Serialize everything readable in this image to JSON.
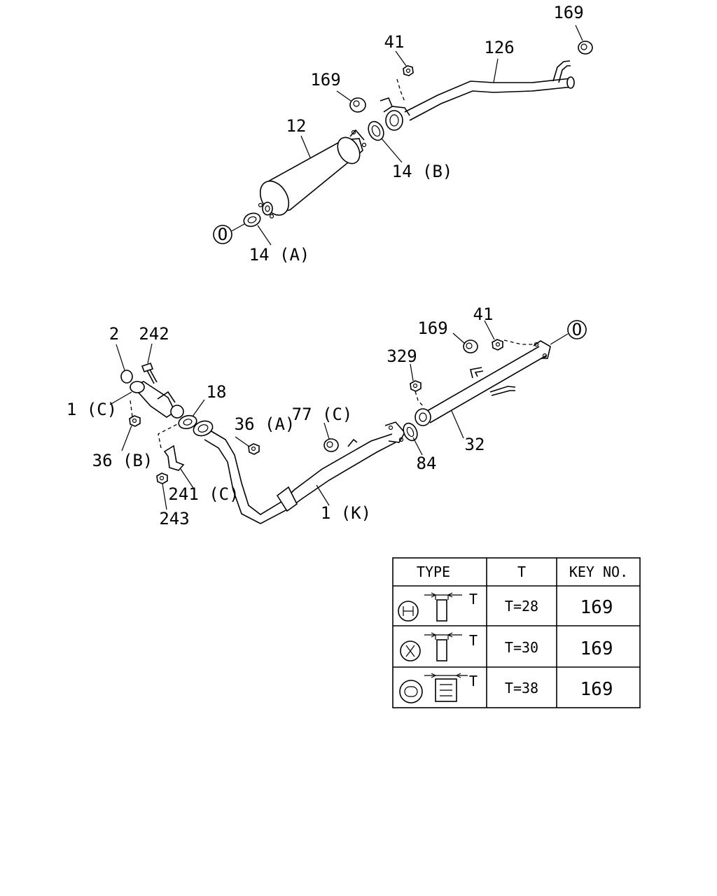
{
  "upper_assembly": {
    "labels": {
      "hanger_top": "169",
      "tail_pipe": "126",
      "nut": "41",
      "hanger": "169",
      "muffler": "12",
      "gasket_b": "14 (B)",
      "gasket_a": "14 (A)"
    },
    "connector_mark": "O"
  },
  "lower_assembly": {
    "labels": {
      "part_2": "2",
      "part_242": "242",
      "part_1c": "1 (C)",
      "part_18": "18",
      "part_36a": "36 (A)",
      "part_36b": "36 (B)",
      "part_241c": "241 (C)",
      "part_243": "243",
      "part_77c": "77 (C)",
      "part_1k": "1 (K)",
      "part_329": "329",
      "part_169": "169",
      "part_41": "41",
      "part_84": "84",
      "part_32": "32"
    },
    "connector_mark": "O"
  },
  "type_table": {
    "headers": [
      "TYPE",
      "T",
      "KEY NO."
    ],
    "rows": [
      {
        "t": "T=28",
        "key": "169",
        "dim_label": "T"
      },
      {
        "t": "T=30",
        "key": "169",
        "dim_label": "T"
      },
      {
        "t": "T=38",
        "key": "169",
        "dim_label": "T"
      }
    ]
  }
}
